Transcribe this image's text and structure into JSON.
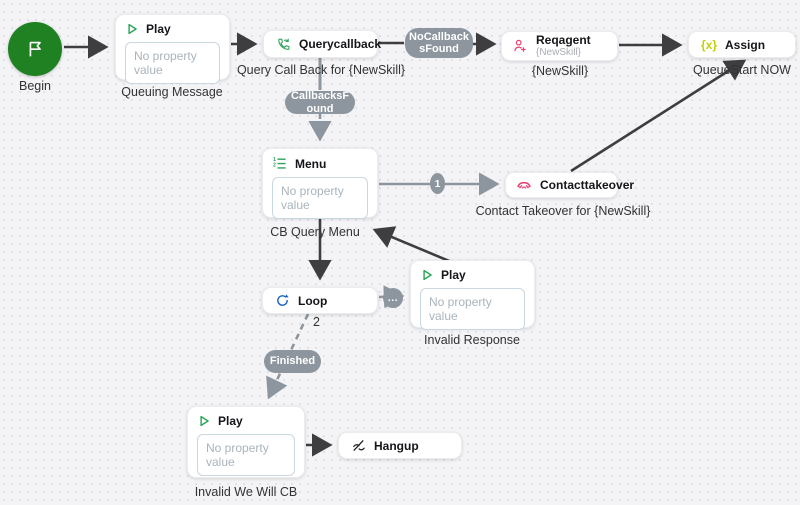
{
  "flow": {
    "begin": {
      "label": "Begin"
    },
    "queuing_play": {
      "title": "Play",
      "placeholder": "No property value",
      "label": "Queuing Message"
    },
    "querycallback": {
      "title": "Querycallback",
      "label": "Query Call Back for {NewSkill}"
    },
    "reqagent": {
      "title": "Reqagent",
      "subtitle": "{NewSkill}",
      "label": "{NewSkill}"
    },
    "assign": {
      "title": "Assign",
      "icon_text": "{x}",
      "label": "QueueStart NOW"
    },
    "menu": {
      "title": "Menu",
      "placeholder": "No property value",
      "label": "CB Query Menu"
    },
    "contacttakeover": {
      "title": "Contacttakeover",
      "label": "Contact Takeover for {NewSkill}"
    },
    "loop": {
      "title": "Loop",
      "iteration_count": "2"
    },
    "invalid_response_play": {
      "title": "Play",
      "placeholder": "No property value",
      "label": "Invalid Response"
    },
    "invalid_cb_play": {
      "title": "Play",
      "placeholder": "No property value",
      "label": "Invalid We Will CB"
    },
    "hangup": {
      "title": "Hangup"
    }
  },
  "branches": {
    "no_callbacks_found": "NoCallbacksFound",
    "callbacks_found": "CallbacksFound",
    "finished": "Finished",
    "menu_option_1": "1",
    "loop_next": "..."
  },
  "colors": {
    "begin_green": "#1f8121",
    "icon_green": "#2aa358",
    "icon_pink": "#ee3d6e",
    "icon_lime": "#c3cf05",
    "icon_blue": "#1661c1",
    "connector_gray": "#8d959e",
    "connector_dark": "#3e3e40"
  }
}
